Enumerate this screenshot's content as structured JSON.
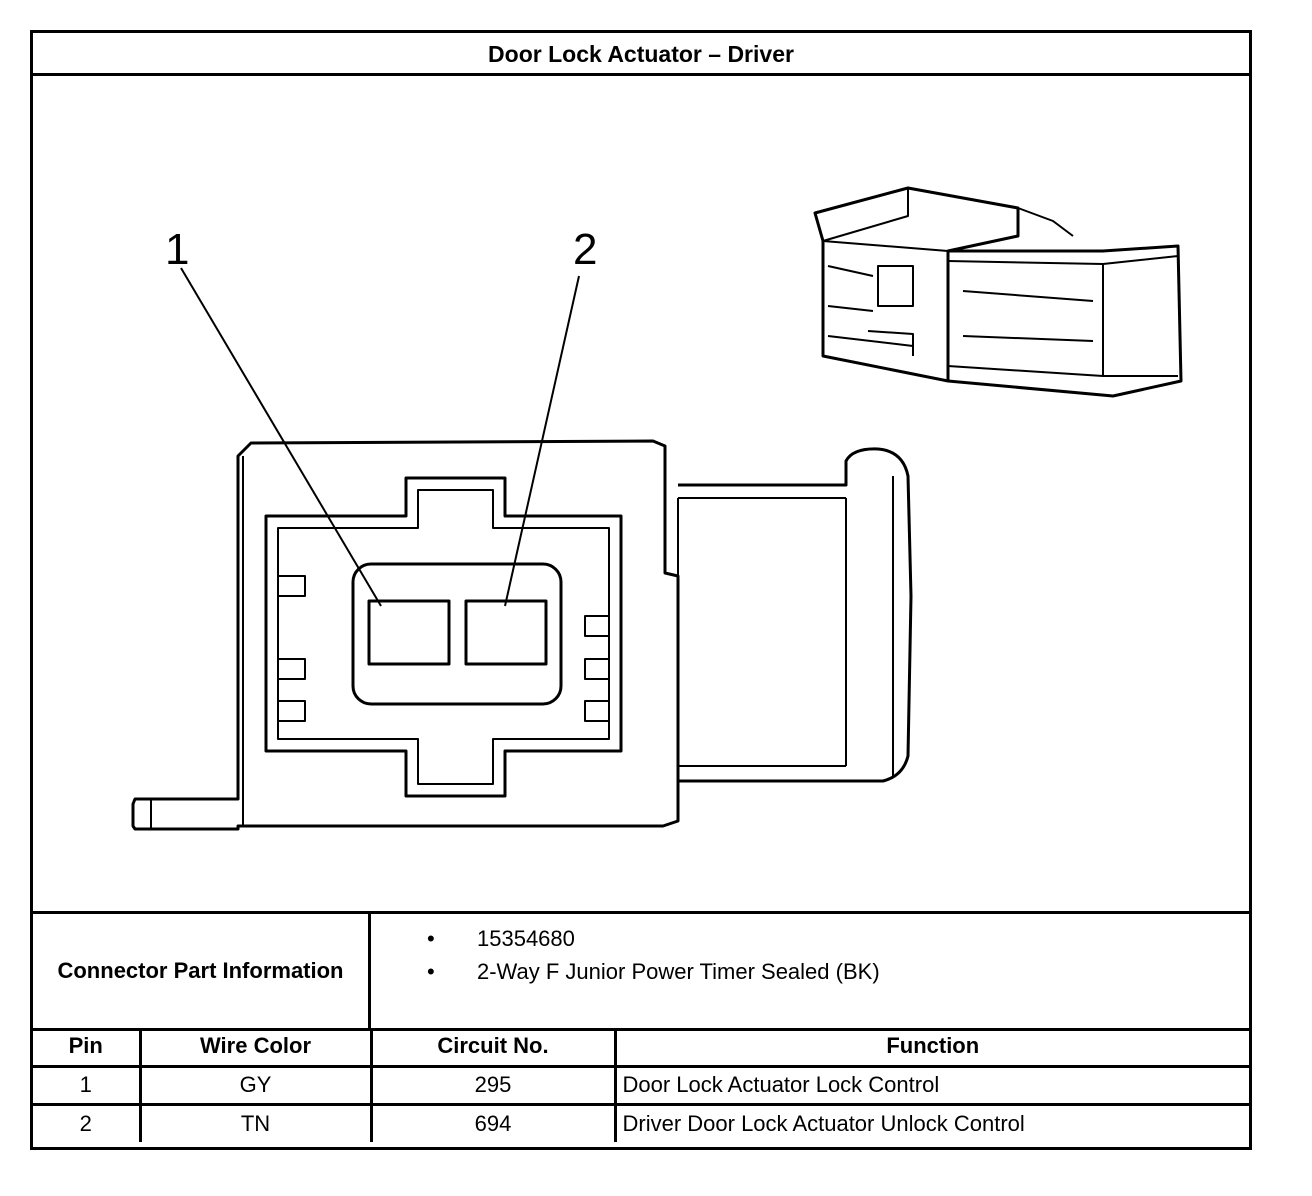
{
  "title": "Door Lock Actuator – Driver",
  "diagram": {
    "callouts": [
      "1",
      "2"
    ]
  },
  "connector_info": {
    "label": "Connector Part Information",
    "items": [
      "15354680",
      "2-Way F Junior Power Timer Sealed (BK)"
    ],
    "bullet": "•"
  },
  "pin_table": {
    "headers": [
      "Pin",
      "Wire Color",
      "Circuit No.",
      "Function"
    ],
    "rows": [
      {
        "pin": "1",
        "wire_color": "GY",
        "circuit": "295",
        "function": "Door Lock Actuator Lock Control"
      },
      {
        "pin": "2",
        "wire_color": "TN",
        "circuit": "694",
        "function": "Driver Door Lock Actuator Unlock Control"
      }
    ]
  }
}
